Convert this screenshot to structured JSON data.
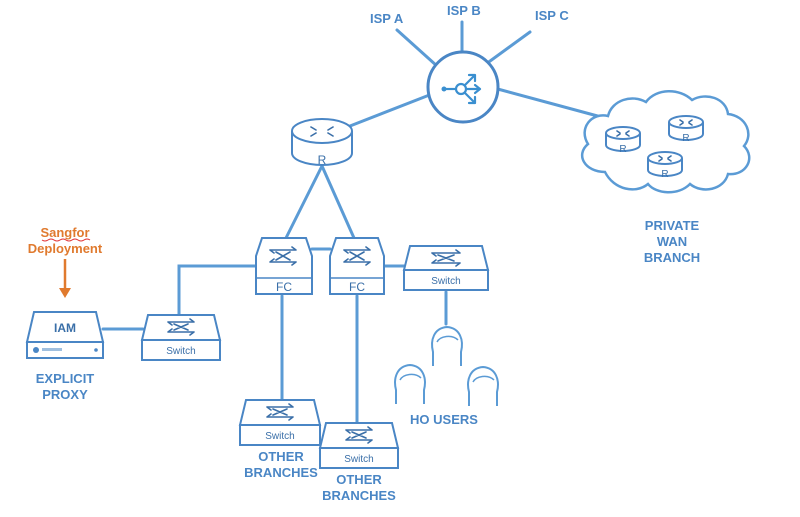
{
  "isps": [
    "ISP A",
    "ISP B",
    "ISP C"
  ],
  "router_label": "R",
  "fc_label": "FC",
  "switch_label": "Switch",
  "iam_label": "IAM",
  "deployment": {
    "line1": "Sangfor",
    "line2": "Deployment"
  },
  "explicit_proxy": {
    "line1": "EXPLICIT",
    "line2": "PROXY"
  },
  "private_wan": {
    "line1": "PRIVATE",
    "line2": "WAN",
    "line3": "BRANCH"
  },
  "ho_users": "HO USERS",
  "other_branches": {
    "line1": "OTHER",
    "line2": "BRANCHES"
  },
  "colors": {
    "primary": "#4a86c5",
    "link": "#5b9bd5",
    "accent": "#e07a2e"
  }
}
